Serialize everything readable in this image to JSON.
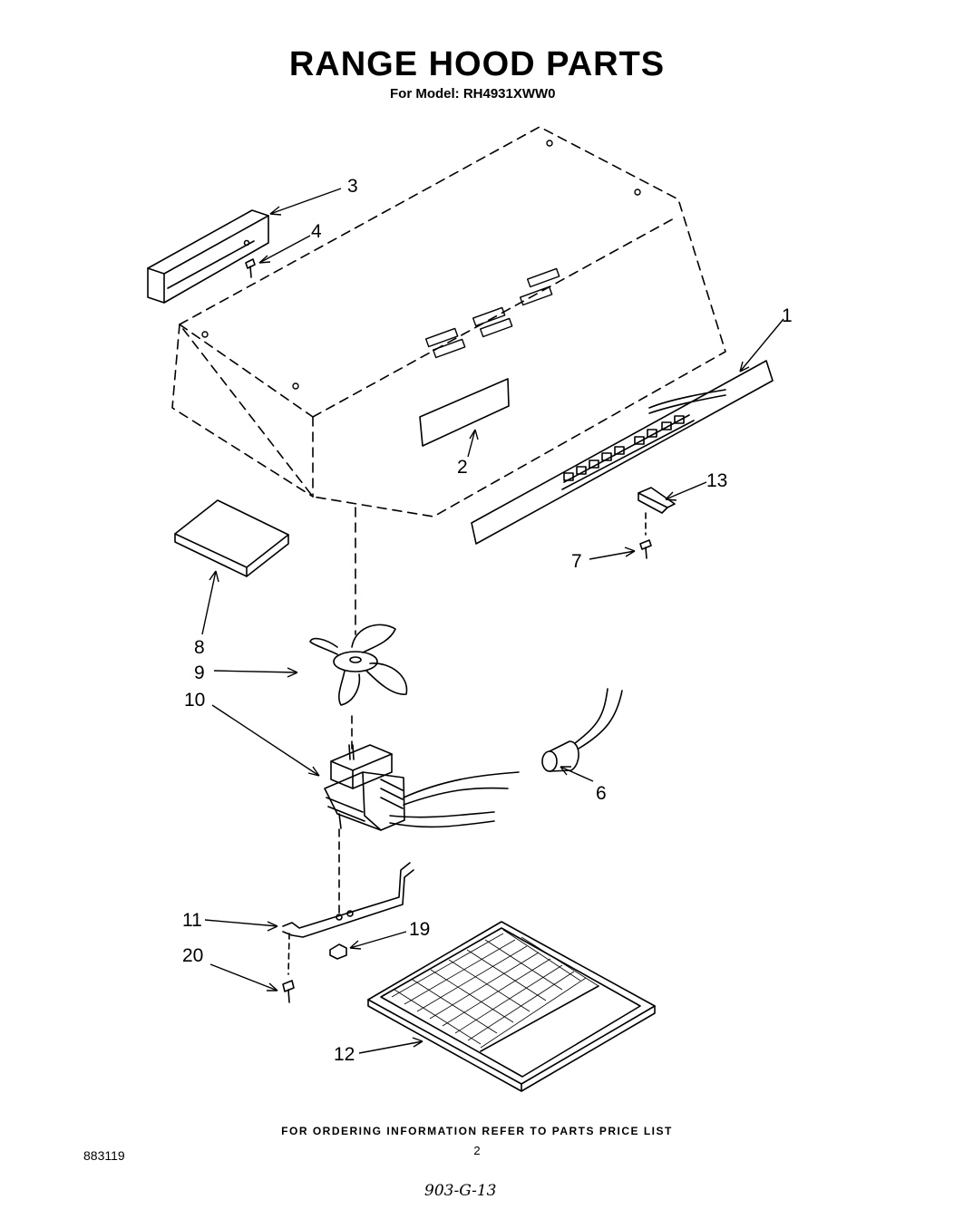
{
  "header": {
    "title": "RANGE HOOD PARTS",
    "model_line": "For Model: RH4931XWW0"
  },
  "callouts": {
    "c1": "1",
    "c2": "2",
    "c3": "3",
    "c4": "4",
    "c6": "6",
    "c7": "7",
    "c8": "8",
    "c9": "9",
    "c10": "10",
    "c11": "11",
    "c12": "12",
    "c13": "13",
    "c19": "19",
    "c20": "20"
  },
  "footer": {
    "ordering_note": "FOR ORDERING INFORMATION REFER TO PARTS PRICE LIST",
    "page_number": "2",
    "doc_code": "883119",
    "handwritten_code": "903-G-13"
  }
}
